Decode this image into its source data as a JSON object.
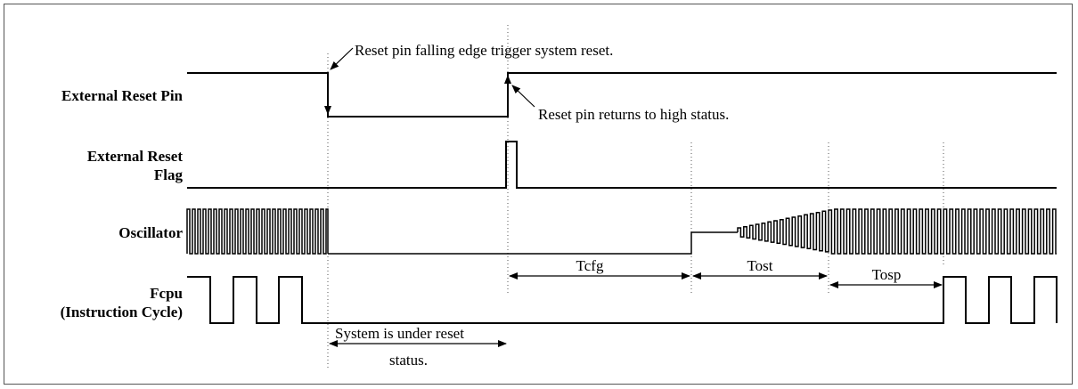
{
  "signals": {
    "reset_pin": "External Reset Pin",
    "reset_flag_line1": "External Reset",
    "reset_flag_line2": "Flag",
    "oscillator": "Oscillator",
    "fcpu_line1": "Fcpu",
    "fcpu_line2": "(Instruction Cycle)"
  },
  "annotations": {
    "falling_edge": "Reset pin falling edge trigger system reset.",
    "returns_high": "Reset pin returns to high status.",
    "under_reset": "System is under reset",
    "under_reset_line2": "status."
  },
  "intervals": {
    "tcfg": "Tcfg",
    "tost": "Tost",
    "tosp": "Tosp"
  },
  "colors": {
    "line": "#000000",
    "guide": "#555555"
  }
}
